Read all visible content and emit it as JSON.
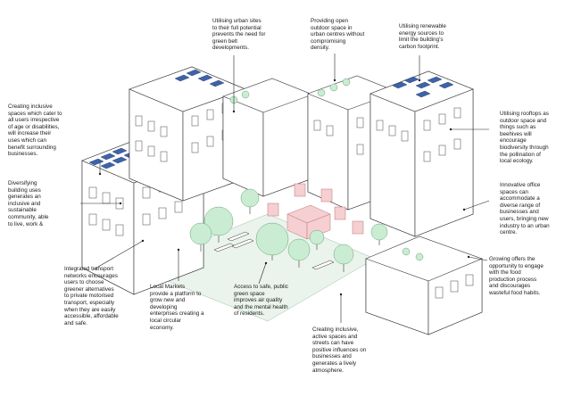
{
  "annotations": [
    {
      "id": "urban-sites",
      "text": "Utilising urban sites\nto their full potential\nprevents the need for\ngreen belt\ndevelopments."
    },
    {
      "id": "open-space",
      "text": "Providing open\noutdoor space in\nurban centres without\ncompromising\ndensity."
    },
    {
      "id": "renewable",
      "text": "Utilising renewable\nenergy sources to\nlimit the building’s\ncarbon footprint."
    },
    {
      "id": "inclusive-spaces",
      "text": "Creating inclusive\nspaces which cater to\nall users irrespective\nof age or disabilities,\nwill increase their\nuses which can\nbenefit surrounding\nbusinesses."
    },
    {
      "id": "rooftops",
      "text": "Utilising rooftops as\noutdoor space and\nthings such as\nbeehives will\nencourage\nbiodiversity through\nthe pollination of\nlocal ecology."
    },
    {
      "id": "diversifying",
      "text": "Diversifying\nbuilding uses\ngenerates an\ninclusive and\nsustainable\ncommunity, able\nto live, work &"
    },
    {
      "id": "office",
      "text": "Innovative office\nspaces can\naccommodate a\ndiverse range of\nbusinesses and\nusers, bringing new\nindustry to an urban\ncentre."
    },
    {
      "id": "growing",
      "text": "Growing offers the\nopportunity to engage\nwith the food\nproduction process\nand discourages\nwasteful food habits."
    },
    {
      "id": "transport",
      "text": "Integrated transport\nnetworks encourages\nusers to choose\ngreener alternatives\nto private motorised\ntransport, especially\nwhen they are easily\naccessible, affordable\nand safe."
    },
    {
      "id": "markets",
      "text": "Local Markets\nprovide a platform to\ngrow new and\ndeveloping\nenterprises creating a\nlocal circular\neconomy."
    },
    {
      "id": "green-space",
      "text": "Access to safe, public\ngreen space\nimproves air quality\nand the mental health\nof residents."
    },
    {
      "id": "active-streets",
      "text": "Creating inclusive,\nactive spaces and\nstreets can have\npositive influences on\nbusinesses and\ngenerates a lively\natmosphere."
    }
  ],
  "colors": {
    "solar_panel": "#3f63a8",
    "tree_canopy": "#c9ecd2",
    "market_stall": "#f6cfd2",
    "linework": "#333333"
  }
}
